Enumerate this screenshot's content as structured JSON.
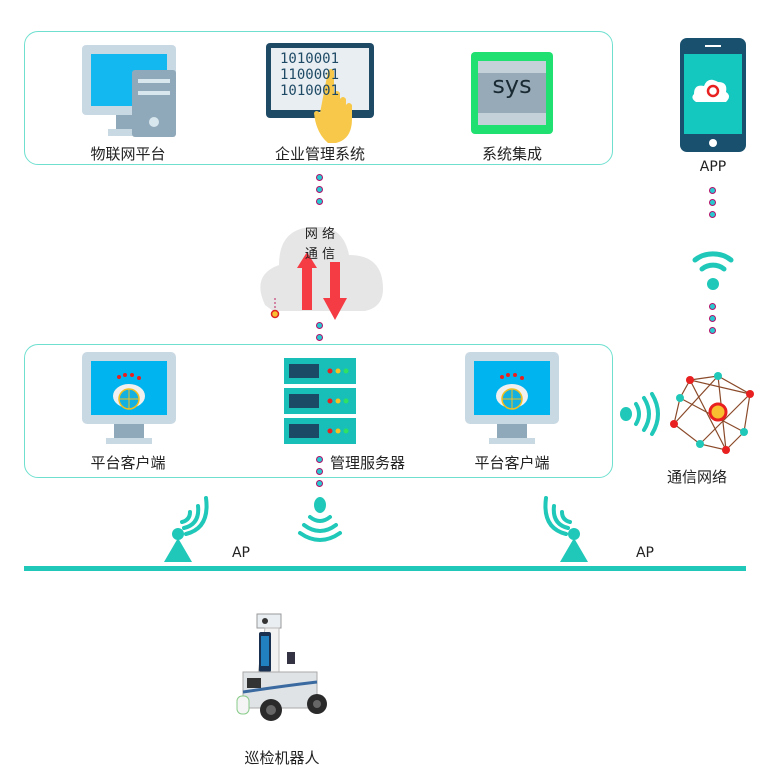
{
  "top_group": {
    "items": [
      {
        "label": "物联网平台",
        "icon": "desktop-pc-icon"
      },
      {
        "label": "企业管理系统",
        "icon": "tablet-binary-icon",
        "screen_lines": [
          "1010001",
          "1100001",
          "1010001"
        ]
      },
      {
        "label": "系统集成",
        "icon": "sys-integration-icon",
        "icon_text": "sys"
      }
    ]
  },
  "app": {
    "label": "APP",
    "icon": "smartphone-icon"
  },
  "cloud": {
    "line1": "网 络",
    "line2": "通 信",
    "icon": "cloud-icon"
  },
  "middle_group": {
    "items": [
      {
        "label": "平台客户端",
        "icon": "client-monitor-icon"
      },
      {
        "label": "管理服务器",
        "icon": "server-rack-icon"
      },
      {
        "label": "平台客户端",
        "icon": "client-monitor-icon"
      }
    ]
  },
  "network": {
    "label": "通信网络",
    "icon": "network-graph-icon"
  },
  "access_points": [
    {
      "label": "AP"
    },
    {
      "label": "AP"
    }
  ],
  "robot": {
    "label": "巡检机器人",
    "icon": "patrol-robot-icon"
  },
  "colors": {
    "teal": "#1fc8b8",
    "border": "#6fe0cf",
    "red": "#f0303a",
    "screen": "#00b4f0"
  }
}
